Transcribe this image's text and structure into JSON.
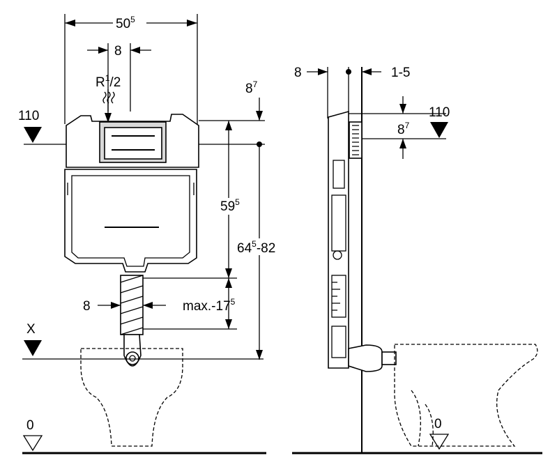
{
  "front_view": {
    "width_label": {
      "base": "50",
      "sup": "5"
    },
    "inlet_offset_label": "8",
    "inlet_thread_label": {
      "pre": "R",
      "sup": "1",
      "post": "/2"
    },
    "top_gap_label": {
      "base": "8",
      "sup": "7"
    },
    "level_left_label": "110",
    "cistern_height_label": {
      "base": "59",
      "sup": "5"
    },
    "total_height_label": {
      "base": "64",
      "sup": "5",
      "post": "-82"
    },
    "pipe_width_label": "8",
    "pipe_extension_label": {
      "pre": "max.-17",
      "sup": "5"
    },
    "axis_label": "X",
    "floor_label": "0"
  },
  "side_view": {
    "depth_label": "8",
    "wall_gap_label": "1-5",
    "level_label": "110",
    "actuator_height_label": {
      "base": "8",
      "sup": "7"
    },
    "floor_label": "0"
  }
}
